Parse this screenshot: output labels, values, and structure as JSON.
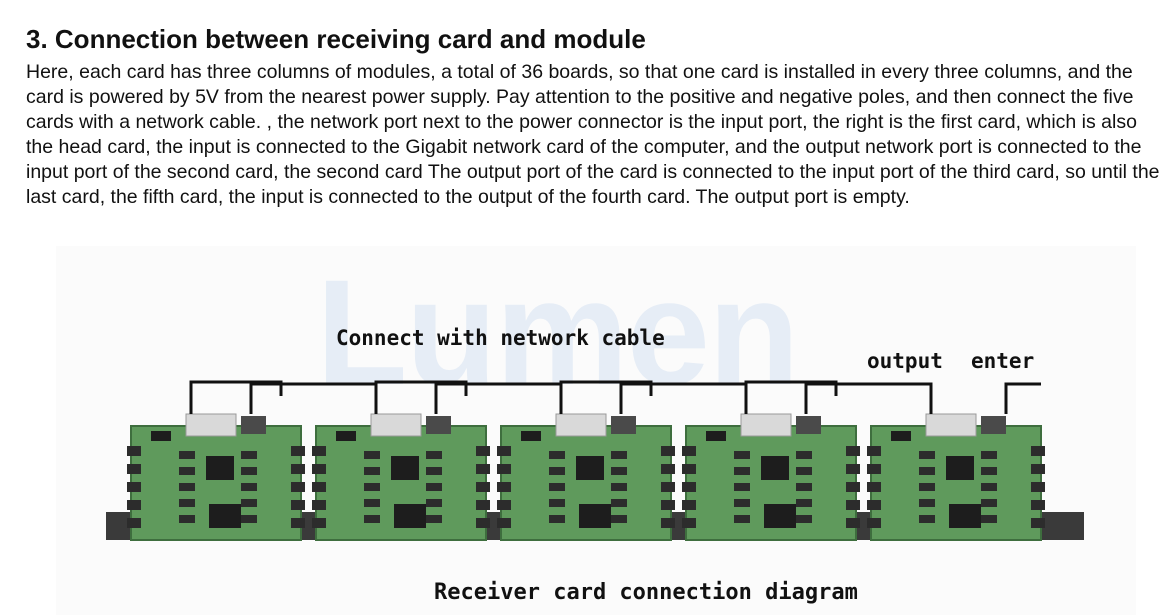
{
  "section": {
    "title": "3. Connection between receiving card and module",
    "body": "Here, each card has three columns of modules, a total of 36 boards, so that one card is installed in every three columns, and the card is powered by 5V from the nearest power supply. Pay attention to the positive and negative poles, and then connect the five cards with a network cable. , the network port next to the power connector is the input port, the right is the first card, which is also the head card, the input is connected to the Gigabit network card of the computer, and the output network port is connected to the input port of the second card, the second card The output port of the card is connected to the input port of the third card, so until the last card, the fifth card, the input is connected to the output of the fourth card. The output port is empty."
  },
  "figure": {
    "watermark": "Lumen",
    "cable_label": "Connect with network cable",
    "output_label": "output",
    "enter_label": "enter",
    "caption": "Receiver card connection diagram",
    "card_count": 5,
    "colors": {
      "pcb": "#5f9a5c",
      "pcb_dark": "#3e6e3e",
      "chip": "#1d1d1d",
      "connector": "#d9d9d9",
      "rail": "#3a3a3a",
      "cable": "#111111"
    }
  }
}
